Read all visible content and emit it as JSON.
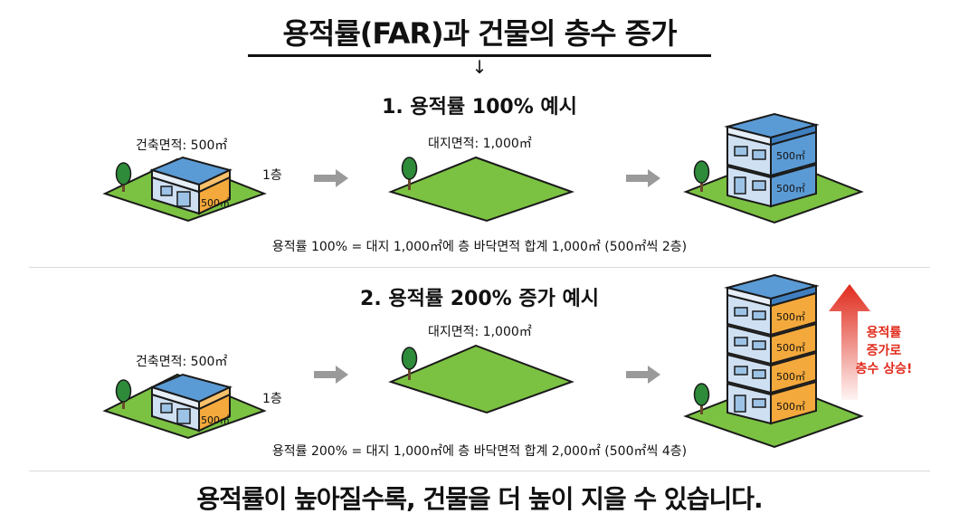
{
  "title": "용적률(FAR)과 건물의 층수 증가",
  "sections": [
    {
      "title": "1. 용적률 100% 예시",
      "building_area_label": "건축면적: 500㎡",
      "floor_label": "1층",
      "land_area_label": "대지면적: 1,000㎡",
      "floor_area_tag": "500㎡",
      "formula": "용적률 100% = 대지 1,000㎡에 층 바닥면적 합계 1,000㎡ (500㎡씩 2층)",
      "result_floors": 2
    },
    {
      "title": "2. 용적률 200% 증가 예시",
      "building_area_label": "건축면적: 500㎡",
      "floor_label": "1층",
      "land_area_label": "대지면적: 1,000㎡",
      "floor_area_tag": "500㎡",
      "formula": "용적률 200% = 대지 1,000㎡에 층 바닥면적 합계 2,000㎡ (500㎡씩 4층)",
      "result_floors": 4
    }
  ],
  "increase_note": [
    "용적률",
    "증가로",
    "층수 상승!"
  ],
  "footer": "용적률이 높아질수록, 건물을 더 높이 지을 수 있습니다.",
  "colors": {
    "grass": "#7cc242",
    "grass_outline": "#1a1a1a",
    "wall_blue": "#cfe0f2",
    "wall_orange": "#f4a93c",
    "roof": "#5b9bd5",
    "arrow_gray": "#9a9a9a",
    "accent_red": "#e02a1b"
  }
}
